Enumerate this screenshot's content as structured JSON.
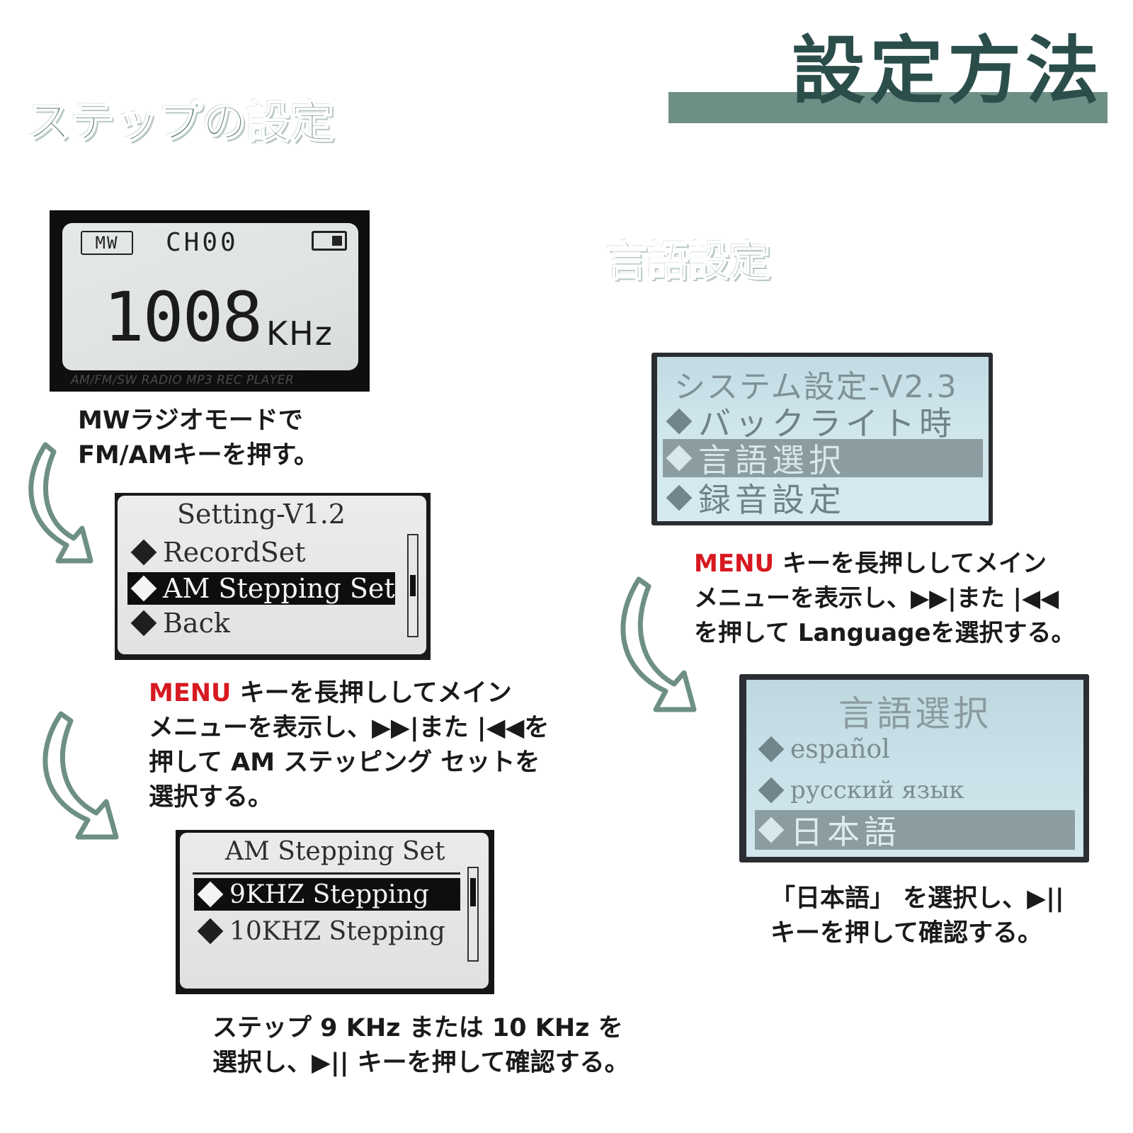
{
  "header": {
    "title": "設定方法",
    "step_heading": "ステップの設定",
    "language_heading": "言語設定"
  },
  "colors": {
    "accent": "#6e8f85",
    "title_text": "#2b4e4b",
    "menu_red": "#d71920"
  },
  "lcd_mw": {
    "band": "MW",
    "channel": "CH00",
    "frequency": "1008",
    "unit": "KHz",
    "brand": "AM/FM/SW RADIO MP3 REC PLAYER",
    "icon": "battery-icon"
  },
  "lcd_setting": {
    "title": "Setting-V1.2",
    "items": [
      "RecordSet",
      "AM Stepping Set",
      "Back"
    ],
    "selected": "AM Stepping Set"
  },
  "lcd_stepping": {
    "title": "AM Stepping Set",
    "items": [
      "9KHZ Stepping",
      "10KHZ Stepping"
    ],
    "selected": "9KHZ Stepping"
  },
  "lcd_system": {
    "title": "システム設定-V2.3",
    "items": [
      "バックライト時",
      "言語選択",
      "録音設定"
    ],
    "selected": "言語選択"
  },
  "lcd_language": {
    "title": "言語選択",
    "items": [
      "español",
      "русский язык",
      "日本語"
    ],
    "selected": "日本語"
  },
  "captions": {
    "c1": [
      "MWラジオモードで",
      "FM/AMキーを押す。"
    ],
    "c2": {
      "menu": "MENU",
      "l1": " キーを長押ししてメイン",
      "l2": "メニューを表示し、▶▶|また |◀◀を",
      "l3": "押して AM ステッピング セットを",
      "l4": "選択する。"
    },
    "c3": [
      "ステップ 9 KHz または 10 KHz を",
      "選択し、▶|| キーを押して確認する。"
    ],
    "c4": {
      "menu": "MENU",
      "l1": " キーを長押ししてメイン",
      "l2": "メニューを表示し、▶▶|また |◀◀",
      "l3": "を押して Languageを選択する。"
    },
    "c5": [
      "「日本語」 を選択し、▶||",
      "キーを押して確認する。"
    ]
  }
}
